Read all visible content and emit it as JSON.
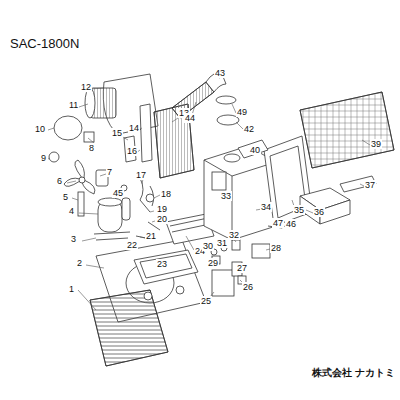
{
  "diagram": {
    "title": "SAC-1800N",
    "labels": [
      "1",
      "2",
      "3",
      "4",
      "5",
      "6",
      "7",
      "8",
      "9",
      "10",
      "11",
      "12",
      "13",
      "14",
      "15",
      "16",
      "17",
      "18",
      "19",
      "20",
      "21",
      "22",
      "23",
      "24",
      "25",
      "26",
      "27",
      "28",
      "29",
      "30",
      "31",
      "32",
      "33",
      "34",
      "35",
      "36",
      "37",
      "39",
      "40",
      "42",
      "43",
      "44",
      "45",
      "46",
      "47",
      "49",
      "株式会社 ナカトミ"
    ]
  }
}
